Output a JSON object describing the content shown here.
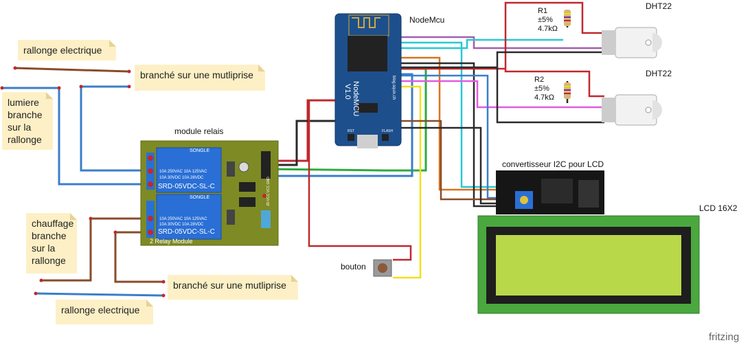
{
  "notes": {
    "rallonge_top": "rallonge electrique",
    "multiprise_top": "branché sur une mutliprise",
    "lumiere": [
      "lumiere",
      "branche",
      "sur la",
      "rallonge"
    ],
    "chauffage": [
      "chauffage",
      "branche",
      "sur la",
      "rallonge"
    ],
    "multiprise_bottom": "branché sur une mutliprise",
    "rallonge_bottom": "rallonge electrique"
  },
  "labels": {
    "module_relais": "module relais",
    "nodemcu": "NodeMcu",
    "dht22_1": "DHT22",
    "dht22_2": "DHT22",
    "i2c": "convertisseur I2C pour LCD",
    "lcd": "LCD 16X2",
    "bouton": "bouton",
    "fritzing": "fritzing"
  },
  "resistors": {
    "r1": [
      "R1",
      "±5%",
      "4.7kΩ"
    ],
    "r2": [
      "R2",
      "±5%",
      "4.7kΩ"
    ]
  },
  "relay_module": {
    "brand": "SONGLE",
    "ratings": [
      "10A 250VAC  10A 125VAC",
      "10A  30VDC  10A  28VDC"
    ],
    "model": "SRD-05VDC-SL-C",
    "name": "2 Relay Module",
    "pins": "JD-VCC VCC GND"
  },
  "nodemcu_board": {
    "title": "NodeMCU",
    "version": "V1.0",
    "site": "blog.squix.ch",
    "rst": "RST",
    "flash": "FLASH"
  },
  "colors": {
    "wire_red": "#c0282d",
    "wire_black": "#2a2a2a",
    "wire_blue": "#3a7ec9",
    "wire_green": "#2eab3c",
    "wire_cyan": "#27c8d6",
    "wire_purple": "#a35fb0",
    "wire_magenta": "#e05ce0",
    "wire_orange": "#d9731f",
    "wire_yellow": "#f2df1d",
    "wire_brown": "#8a4b2a",
    "pcb_blue": "#1d4f8c",
    "relay_pcb": "#7e8a24",
    "lcd_green": "#4aa83e",
    "lcd_screen": "#b8d84a",
    "note_bg": "#fdf0c6"
  }
}
